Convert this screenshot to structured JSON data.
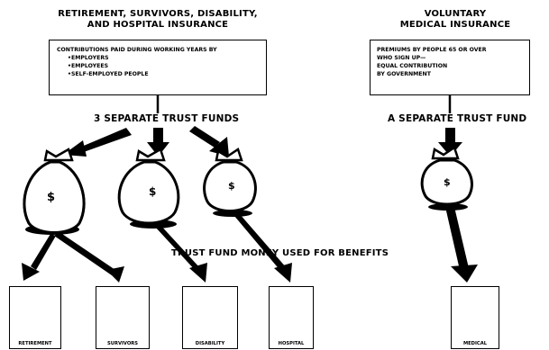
{
  "left_title": {
    "line1": "RETIREMENT, SURVIVORS, DISABILITY,",
    "line2": "AND HOSPITAL INSURANCE"
  },
  "right_title": {
    "line1": "VOLUNTARY",
    "line2": "MEDICAL INSURANCE"
  },
  "left_box": {
    "heading": "CONTRIBUTIONS PAID DURING WORKING YEARS BY",
    "items": [
      "EMPLOYERS",
      "EMPLOYEES",
      "SELF-EMPLOYED PEOPLE"
    ]
  },
  "right_box": {
    "line1": "PREMIUMS BY PEOPLE 65 OR OVER",
    "line2": "WHO SIGN UP—",
    "line3": "EQUAL CONTRIBUTION",
    "line4": "BY GOVERNMENT"
  },
  "left_trust_label": "3 SEPARATE TRUST FUNDS",
  "right_trust_label": "A SEPARATE TRUST FUND",
  "bag_symbol": "$",
  "benefits_label": "TRUST FUND MONEY USED FOR BENEFITS",
  "panels": {
    "retirement": "RETIREMENT",
    "survivors": "SURVIVORS",
    "disability": "DISABILITY",
    "hospital": "HOSPITAL",
    "medical": "MEDICAL"
  },
  "colors": {
    "ink": "#000000",
    "paper": "#ffffff"
  }
}
